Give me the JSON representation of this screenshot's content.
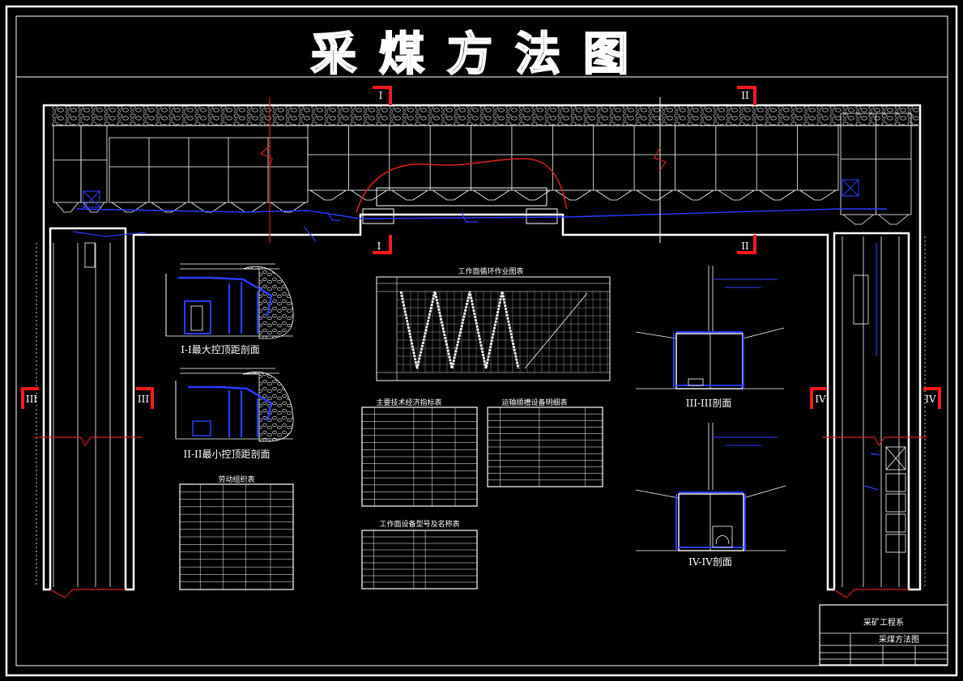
{
  "title": "采煤方法图",
  "section_markers": {
    "i": "I",
    "ii": "II",
    "iii": "III",
    "iv": "IV"
  },
  "sections": {
    "s1": "I-I最大控顶距剖面",
    "s2": "II-II最小控顶距剖面",
    "s3": "III-III剖面",
    "s4": "IV-IV剖面"
  },
  "cycle_chart": {
    "title": "工作面循环作业图表"
  },
  "tables": {
    "tech_indicators": "主要技术经济指标表",
    "labor": "劳动组织表",
    "roadway_equipment": "运输顺槽设备明细表",
    "face_equipment": "工作面设备型号及名称表"
  },
  "title_block": {
    "org": "采矿工程系",
    "drawing": "采煤方法图"
  },
  "colors": {
    "background": "#000000",
    "line": "#ffffff",
    "equipment": "#2b3bff",
    "section_marker": "#ff1a1a",
    "fault": "#d42020"
  }
}
